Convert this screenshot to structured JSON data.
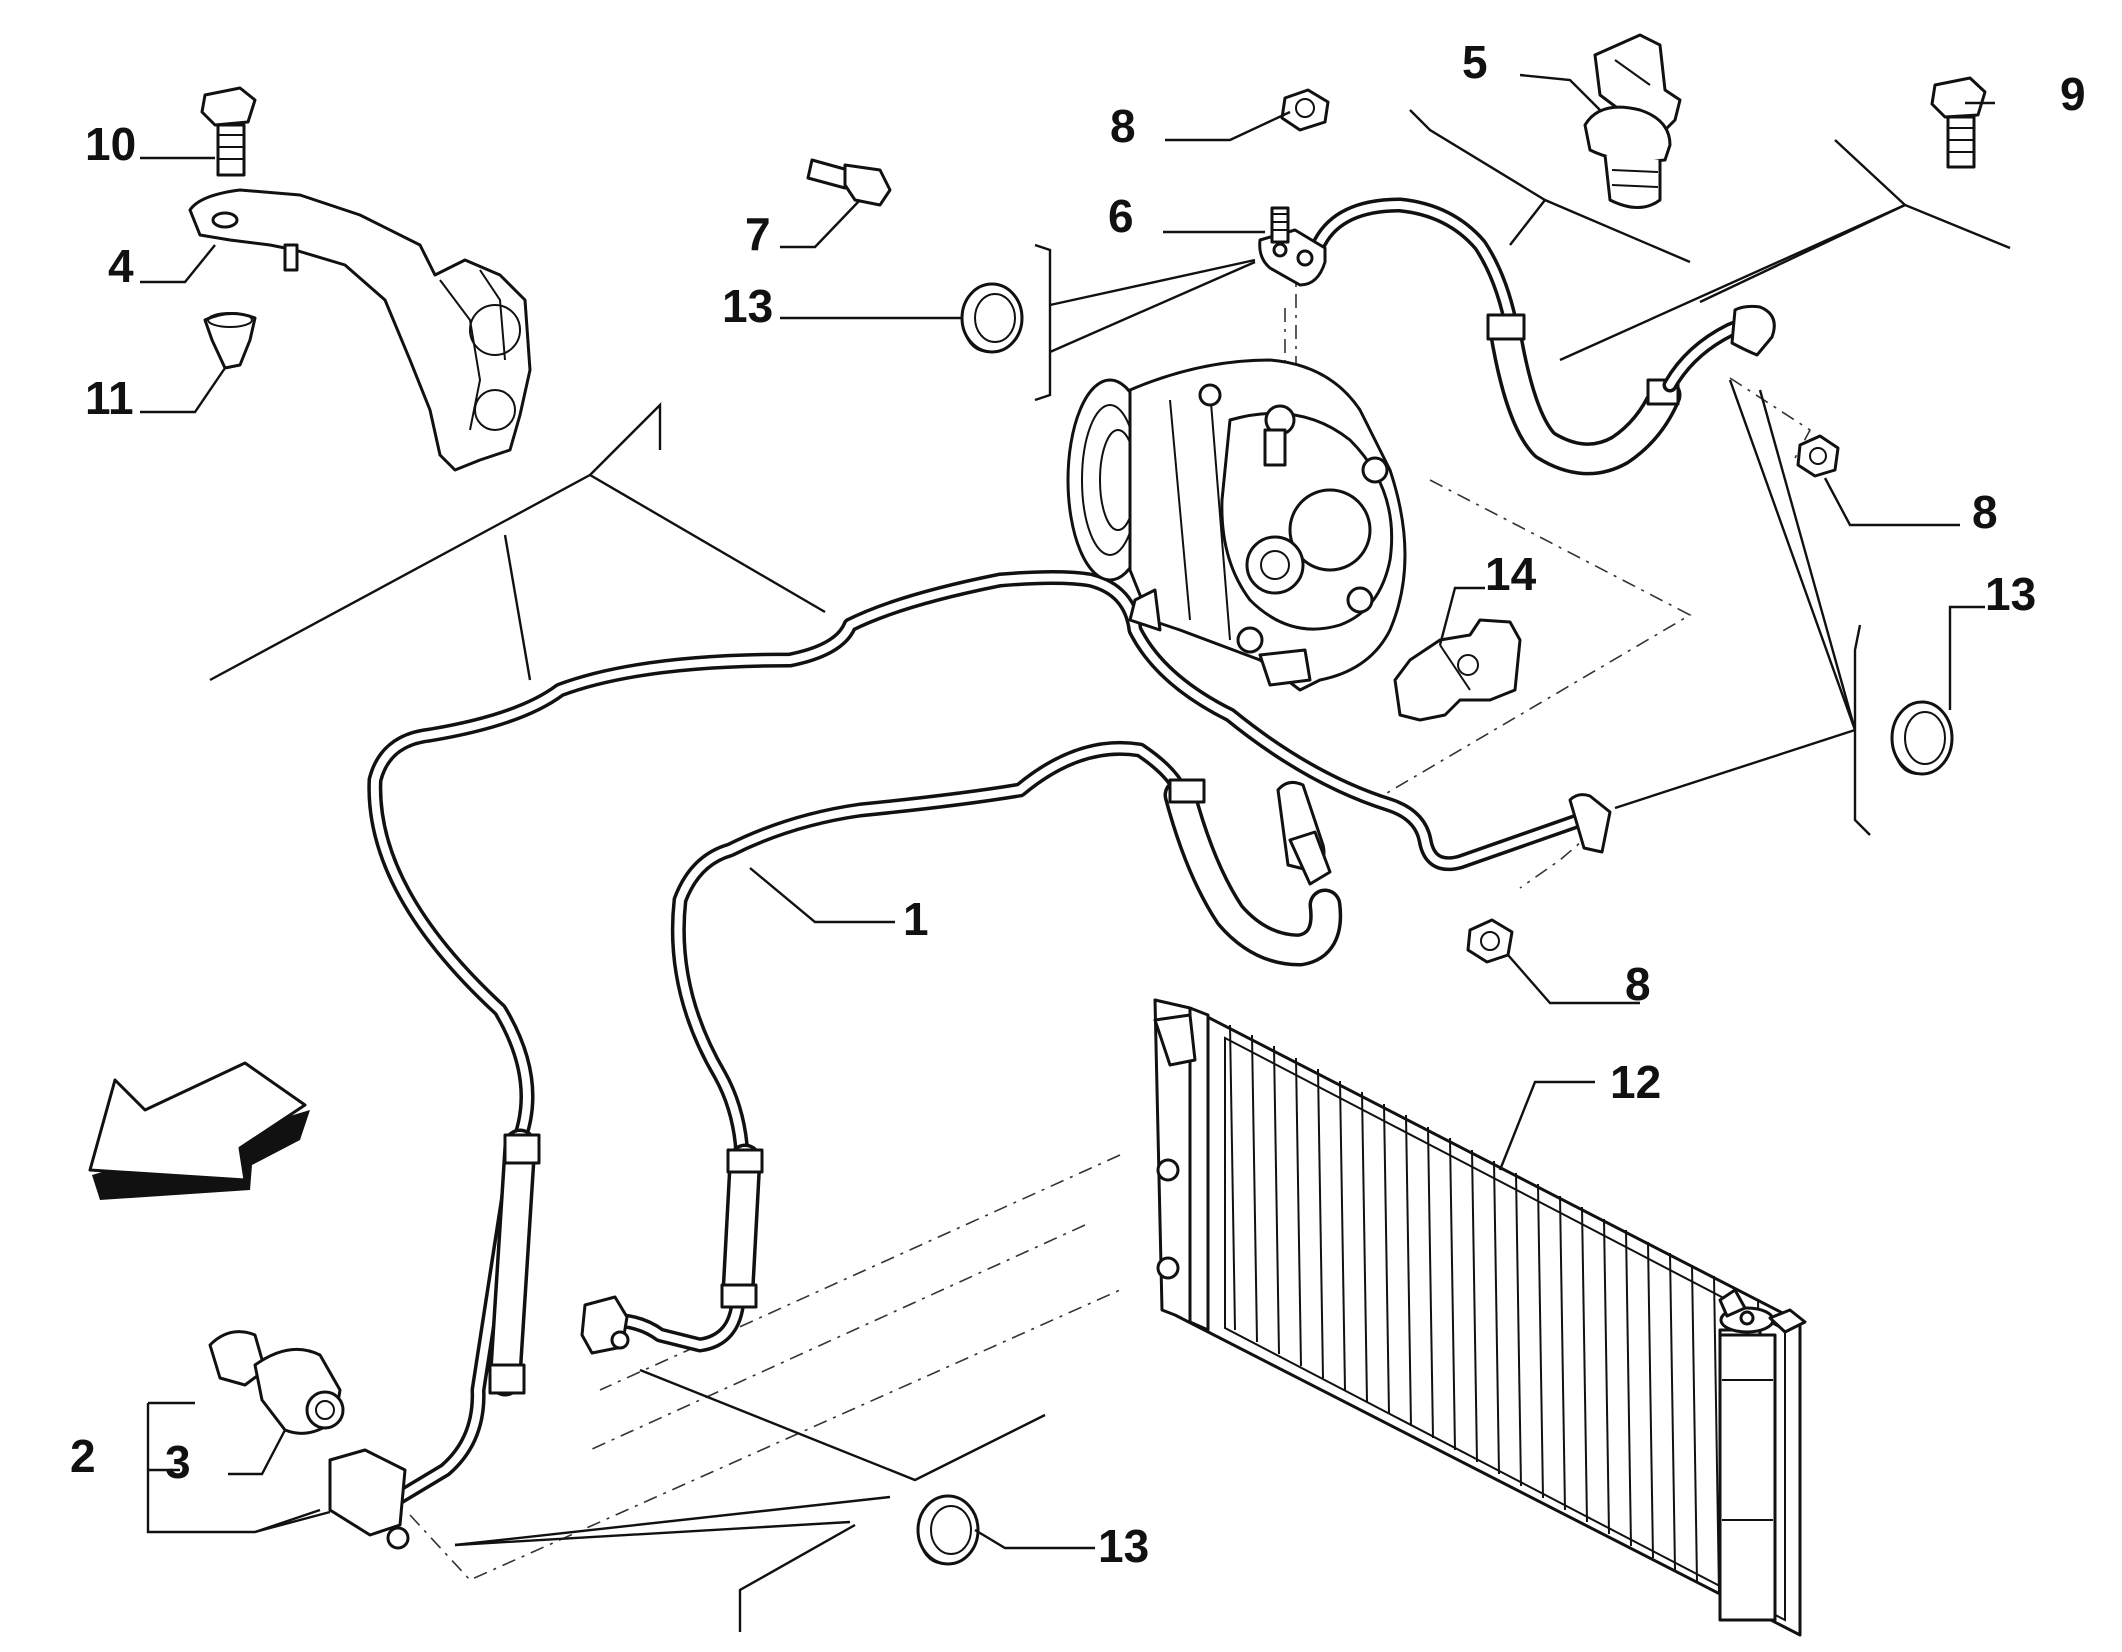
{
  "callouts": {
    "c1": "1",
    "c2": "2",
    "c3": "3",
    "c4": "4",
    "c5": "5",
    "c6": "6",
    "c7": "7",
    "c8a": "8",
    "c8b": "8",
    "c8c": "8",
    "c9": "9",
    "c10": "10",
    "c11": "11",
    "c12": "12",
    "c13a": "13",
    "c13b": "13",
    "c13c": "13",
    "c14": "14"
  },
  "icons": {
    "direction_arrow": "front-direction-arrow-icon"
  },
  "colors": {
    "line": "#111111",
    "background": "#ffffff"
  }
}
